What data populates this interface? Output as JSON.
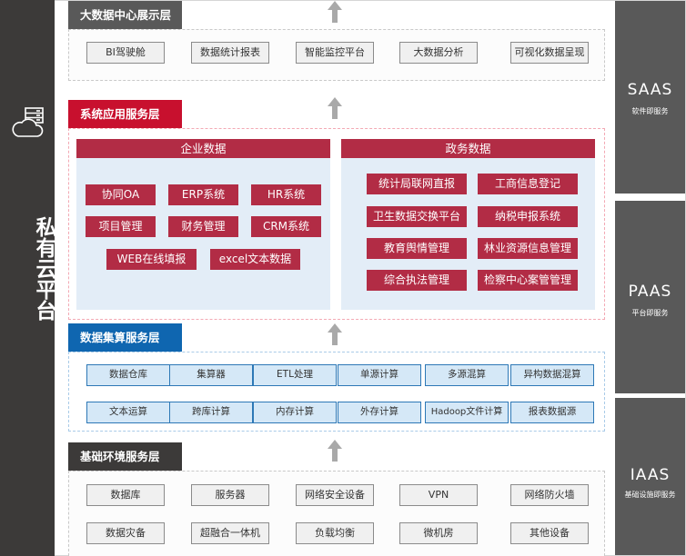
{
  "left_panel": {
    "icon": "cloud-server-icon",
    "title": "私有云平台"
  },
  "right_panels": [
    {
      "title": "SAAS",
      "subtitle": "软件即服务"
    },
    {
      "title": "PAAS",
      "subtitle": "平台即服务"
    },
    {
      "title": "IAAS",
      "subtitle": "基础设施即服务"
    }
  ],
  "layers": {
    "display": {
      "title": "大数据中心展示层",
      "color": "#595959",
      "items": [
        "BI驾驶舱",
        "数据统计报表",
        "智能监控平台",
        "大数据分析",
        "可视化数据呈现"
      ]
    },
    "application": {
      "title": "系统应用服务层",
      "color": "#c8102e",
      "enterprise": {
        "title": "企业数据",
        "items": [
          "协同OA",
          "ERP系统",
          "HR系统",
          "项目管理",
          "财务管理",
          "CRM系统",
          "WEB在线填报",
          "excel文本数据"
        ]
      },
      "government": {
        "title": "政务数据",
        "items": [
          "统计局联网直报",
          "工商信息登记",
          "卫生数据交换平台",
          "纳税申报系统",
          "教育舆情管理",
          "林业资源信息管理",
          "综合执法管理",
          "检察中心案管管理"
        ]
      }
    },
    "compute": {
      "title": "数据集算服务层",
      "color": "#0f66b0",
      "items": [
        "数据仓库",
        "集算器",
        "ETL处理",
        "单源计算",
        "多源混算",
        "异构数据混算",
        "文本运算",
        "跨库计算",
        "内存计算",
        "外存计算",
        "Hadoop文件计算",
        "报表数据源"
      ]
    },
    "infrastructure": {
      "title": "基础环境服务层",
      "color": "#3c3a39",
      "items": [
        "数据库",
        "服务器",
        "网络安全设备",
        "VPN",
        "网络防火墙",
        "数据灾备",
        "超融合一体机",
        "负载均衡",
        "微机房",
        "其他设备"
      ]
    }
  },
  "colors": {
    "red_tag": "#b22c45",
    "blue_box_fill": "#d5e8f7",
    "blue_box_border": "#2d78b6",
    "panel_dark": "#3c3a39",
    "panel_gray": "#595959",
    "arrow": "#a9a9a9"
  }
}
